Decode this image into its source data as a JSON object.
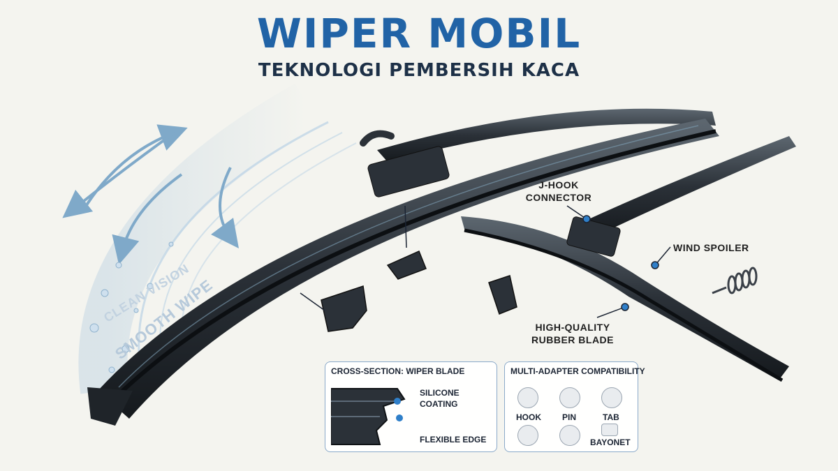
{
  "header": {
    "title": "WIPER MOBIL",
    "subtitle": "TEKNOLOGI PEMBERSIH KACA"
  },
  "watermarks": {
    "clean": "CLEAN VISION",
    "smooth": "SMOOTH WIPE"
  },
  "callouts": {
    "j_hook": "J-HOOK\nCONNECTOR",
    "wind_spoiler": "WIND SPOILER",
    "rubber_blade": "HIGH-QUALITY\nRUBBER BLADE"
  },
  "cross_section": {
    "title": "CROSS-SECTION: WIPER BLADE",
    "silicone": "SILICONE\nCOATING",
    "flexible": "FLEXIBLE EDGE"
  },
  "adapters": {
    "title": "MULTI-ADAPTER COMPATIBILITY",
    "items": [
      "HOOK",
      "PIN",
      "TAB",
      "BAYONET"
    ]
  },
  "colors": {
    "title": "#2163a6",
    "accent": "#2f7fc9",
    "blade": "#2b3138"
  }
}
